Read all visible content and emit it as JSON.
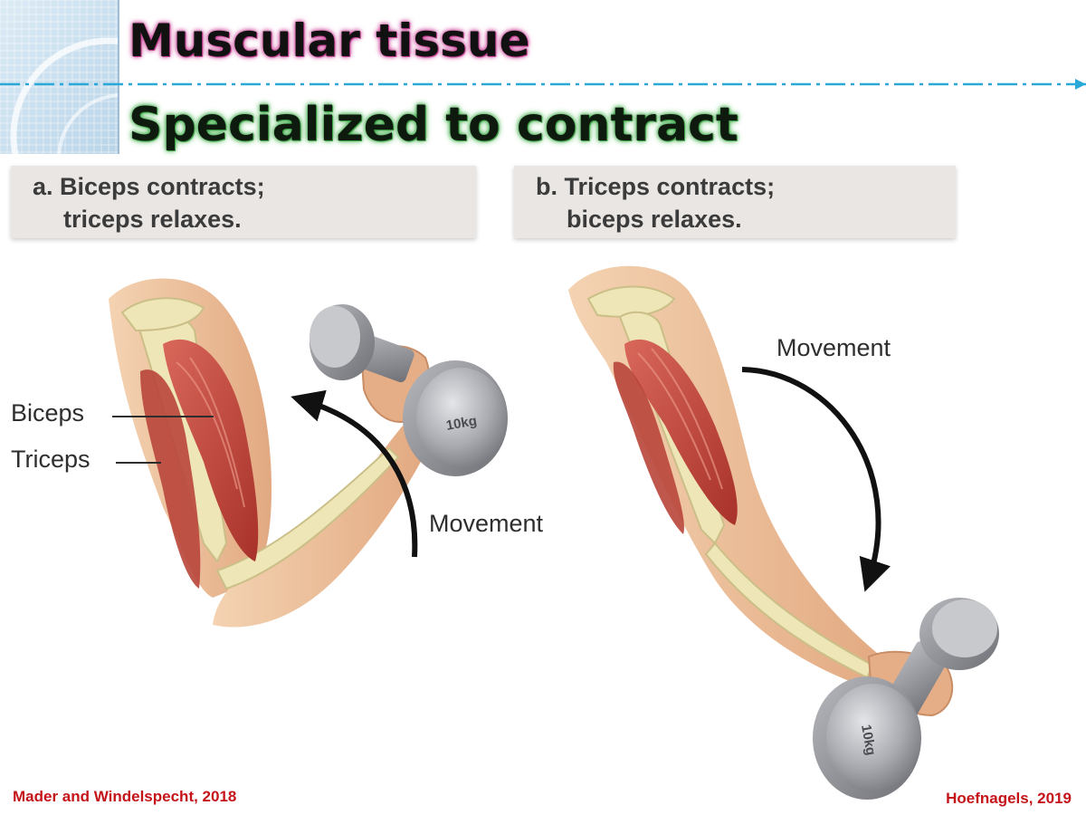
{
  "slide": {
    "title": "Muscular tissue",
    "subtitle": "Specialized to contract"
  },
  "panel_a": {
    "caption_line1": "a. Biceps contracts;",
    "caption_line2": "triceps relaxes.",
    "label_biceps": "Biceps",
    "label_triceps": "Triceps",
    "movement": "Movement",
    "weight": "10kg"
  },
  "panel_b": {
    "caption_line1": "b. Triceps contracts;",
    "caption_line2": "biceps relaxes.",
    "movement": "Movement",
    "weight": "10kg"
  },
  "credits": {
    "left": "Mader and Windelspecht, 2018",
    "right": "Hoefnagels, 2019"
  },
  "colors": {
    "title_glow": "#c0398e",
    "subtitle_glow": "#2f9a3c",
    "dash_line": "#2aa8d8",
    "muscle": "#c0392b",
    "skin": "#e8b98c",
    "bone": "#efe6b8",
    "credit_text": "#c4141a"
  }
}
